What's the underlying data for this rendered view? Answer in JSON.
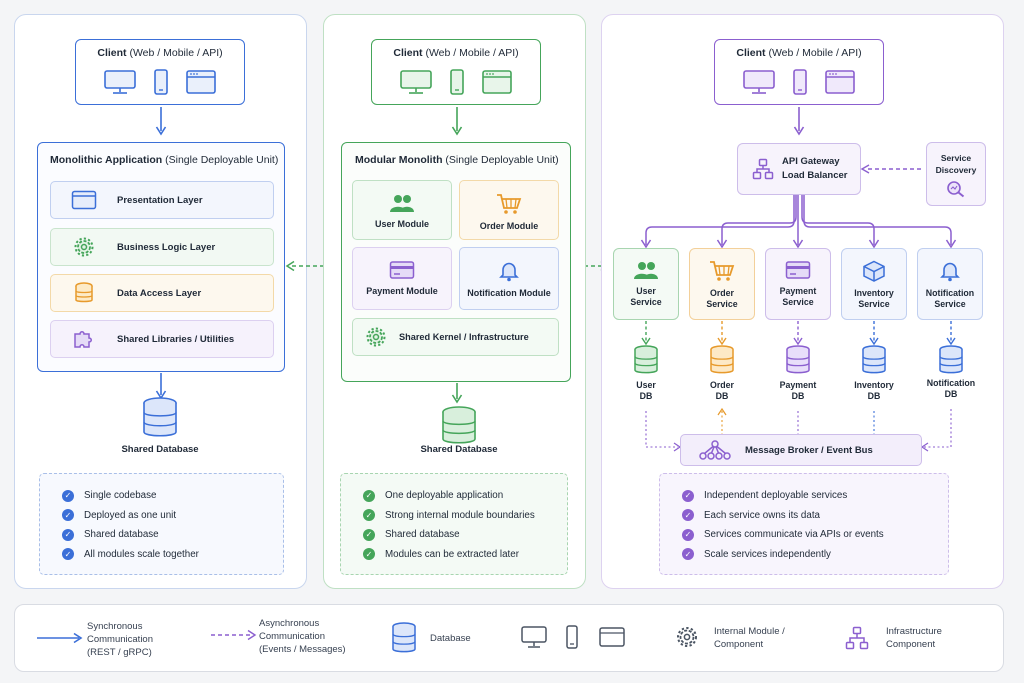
{
  "monolith": {
    "client_title": "Client",
    "client_sub": "(Web / Mobile / API)",
    "app_title": "Monolithic Application",
    "app_sub": "(Single Deployable Unit)",
    "layers": [
      "Presentation Layer",
      "Business Logic Layer",
      "Data Access Layer",
      "Shared Libraries / Utilities"
    ],
    "db_label": "Shared Database",
    "features": [
      "Single codebase",
      "Deployed as one unit",
      "Shared database",
      "All modules scale together"
    ],
    "color": "#3b6fd8"
  },
  "modular": {
    "client_title": "Client",
    "client_sub": "(Web / Mobile / API)",
    "app_title": "Modular Monolith",
    "app_sub": "(Single Deployable Unit)",
    "modules": [
      "User Module",
      "Order Module",
      "Payment Module",
      "Notification Module"
    ],
    "kernel": "Shared Kernel / Infrastructure",
    "db_label": "Shared Database",
    "features": [
      "One deployable application",
      "Strong internal module boundaries",
      "Shared database",
      "Modules can be extracted later"
    ],
    "color": "#45a55a"
  },
  "micro": {
    "client_title": "Client",
    "client_sub": "(Web / Mobile / API)",
    "gateway": [
      "API Gateway",
      "Load Balancer"
    ],
    "discovery": [
      "Service",
      "Discovery"
    ],
    "services": [
      {
        "name": [
          "User",
          "Service"
        ],
        "db": [
          "User",
          "DB"
        ]
      },
      {
        "name": [
          "Order",
          "Service"
        ],
        "db": [
          "Order",
          "DB"
        ]
      },
      {
        "name": [
          "Payment",
          "Service"
        ],
        "db": [
          "Payment",
          "DB"
        ]
      },
      {
        "name": [
          "Inventory",
          "Service"
        ],
        "db": [
          "Inventory",
          "DB"
        ]
      },
      {
        "name": [
          "Notification",
          "Service"
        ],
        "db": [
          "Notification",
          "DB"
        ]
      }
    ],
    "broker": "Message Broker / Event Bus",
    "features": [
      "Independent deployable services",
      "Each service owns its data",
      "Services communicate via APIs or events",
      "Scale services independently"
    ],
    "color": "#8b5fcf"
  },
  "legend": {
    "sync": [
      "Synchronous",
      "Communication",
      "(REST / gRPC)"
    ],
    "async": [
      "Asynchronous",
      "Communication",
      "(Events / Messages)"
    ],
    "database": "Database",
    "module": [
      "Internal Module /",
      "Component"
    ],
    "infra": [
      "Infrastructure",
      "Component"
    ]
  }
}
